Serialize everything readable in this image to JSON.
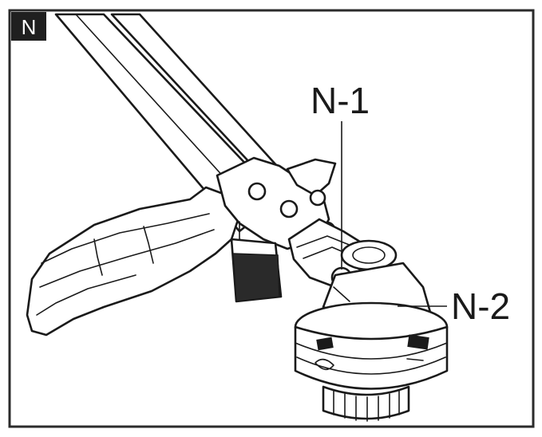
{
  "figure": {
    "badge": "N",
    "callouts": [
      {
        "id": "N-1",
        "label": "N-1"
      },
      {
        "id": "N-2",
        "label": "N-2"
      }
    ]
  },
  "colors": {
    "ink": "#1a1a1a",
    "paper": "#ffffff",
    "badge": "#1f1f1f",
    "shade": "#d9d9d9"
  }
}
